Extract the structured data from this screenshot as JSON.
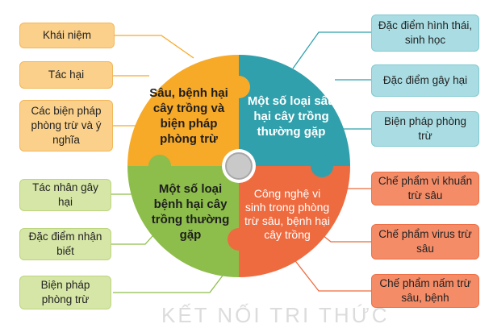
{
  "watermark": "KẾT NỐI TRI THỨC",
  "center": {
    "top_left": "Sâu, bệnh hại cây trồng và biện pháp phòng trừ",
    "top_right": "Một số loại sâu hại cây trồng thường gặp",
    "bottom_left": "Một số loại bệnh hại cây trồng thường gặp",
    "bottom_right": "Công nghệ vi sinh trong phòng trừ sâu, bệnh hại cây trồng"
  },
  "left_top_boxes": [
    "Khái niệm",
    "Tác hại",
    "Các biện pháp phòng trừ và ý nghĩa"
  ],
  "left_bottom_boxes": [
    "Tác nhân gây hại",
    "Đặc điểm nhận biết",
    "Biện pháp phòng trừ"
  ],
  "right_top_boxes": [
    "Đặc điểm hình thái, sinh học",
    "Đặc điểm gây hại",
    "Biện pháp phòng trừ"
  ],
  "right_bottom_boxes": [
    "Chế phẩm vi khuẩn trừ sâu",
    "Chế phẩm virus trừ sâu",
    "Chế phẩm nấm trừ sâu, bệnh"
  ],
  "colors": {
    "orange": "#f7a928",
    "teal": "#2fa0ac",
    "green": "#8dbd4a",
    "red": "#ee6a3f"
  }
}
